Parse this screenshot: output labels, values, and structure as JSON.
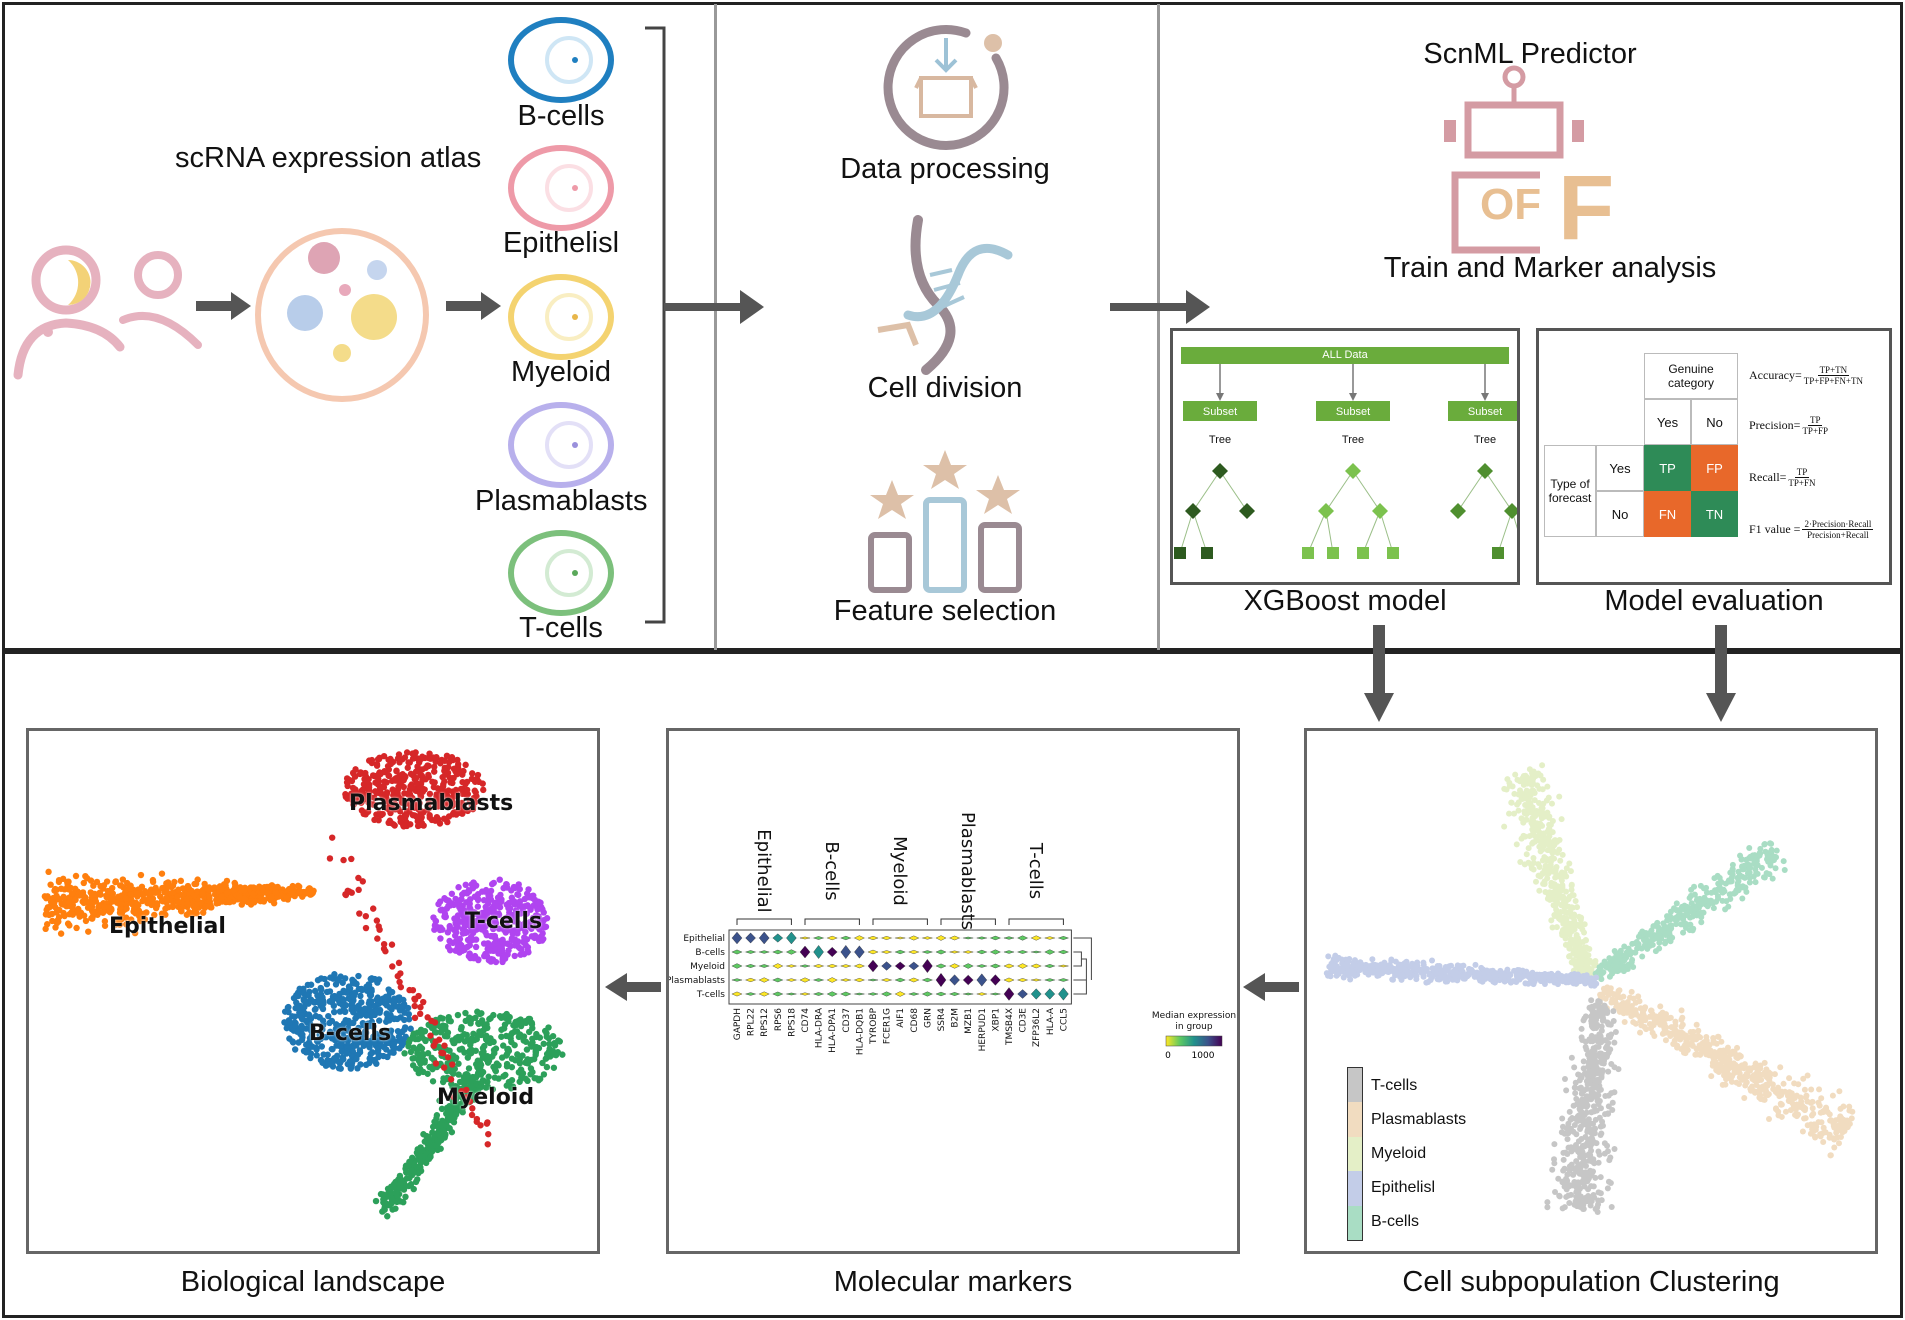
{
  "top": {
    "atlas_title": "scRNA expression atlas",
    "cell_types": [
      "B-cells",
      "Epithelisl",
      "Myeloid",
      "Plasmablasts",
      "T-cells"
    ],
    "cell_type_colors": [
      "#1f7fc0",
      "#ee9aa8",
      "#f4d370",
      "#b8b0ec",
      "#7cc07c"
    ],
    "steps": [
      "Data processing",
      "Cell division",
      "Feature selection"
    ],
    "predictor_title": "ScnML  Predictor",
    "predictor_subtitle": "Train and Marker analysis",
    "logo_text_of": "OF",
    "logo_text_f": "F",
    "xgboost": {
      "caption": "XGBoost model",
      "root": "ALL    Data",
      "subset": "Subset",
      "tree": "Tree"
    },
    "evaluation": {
      "caption": "Model evaluation",
      "genuine": "Genuine category",
      "yes": "Yes",
      "no": "No",
      "type_forecast": "Type of forecast",
      "tp": "TP",
      "fp": "FP",
      "fn": "FN",
      "tn": "TN",
      "accuracy_label": "Accuracy=",
      "accuracy_num": "TP+TN",
      "accuracy_den": "TP+FP+FN+TN",
      "precision_label": "Precision=",
      "precision_num": "TP",
      "precision_den": "TP+FP",
      "recall_label": "Recall=",
      "recall_num": "TP",
      "recall_den": "TP+FN",
      "f1_label": "F1 value =",
      "f1_num": "2·Precision·Recall",
      "f1_den": "Precision+Recall"
    }
  },
  "bottom": {
    "biological": {
      "caption": "Biological landscape",
      "labels": [
        "Plasmablasts",
        "Epithelial",
        "T-cells",
        "B-cells",
        "Myeloid"
      ]
    },
    "markers": {
      "caption": "Molecular markers",
      "groups": [
        "Epithelial",
        "B-cells",
        "Myeloid",
        "Plasmablasts",
        "T-cells"
      ],
      "rows": [
        "Epithelial",
        "B-cells",
        "Myeloid",
        "Plasmablasts",
        "T-cells"
      ],
      "genes": [
        "GAPDH",
        "RPL22",
        "RPS12",
        "RPS6",
        "RPS18",
        "CD74",
        "HLA-DRA",
        "HLA-DPA1",
        "CD37",
        "HLA-DQB1",
        "TYROBP",
        "FCER1G",
        "AIF1",
        "CD68",
        "GRN",
        "SSR4",
        "B2M",
        "MZB1",
        "HERPUD1",
        "XBP1",
        "TMSB4X",
        "CD3E",
        "ZFP36L2",
        "HLA-A",
        "CCL5"
      ],
      "colorbar_title": "Median expression in group",
      "colorbar_min": "0",
      "colorbar_max": "1000"
    },
    "clustering": {
      "caption": "Cell subpopulation Clustering",
      "legend": [
        {
          "name": "T-cells",
          "color": "#c6c6c6"
        },
        {
          "name": "Plasmablasts",
          "color": "#f1dcc0"
        },
        {
          "name": "Myeloid",
          "color": "#e4efc7"
        },
        {
          "name": "Epithelisl",
          "color": "#c3cde8"
        },
        {
          "name": "B-cells",
          "color": "#a9ddc4"
        }
      ]
    }
  }
}
